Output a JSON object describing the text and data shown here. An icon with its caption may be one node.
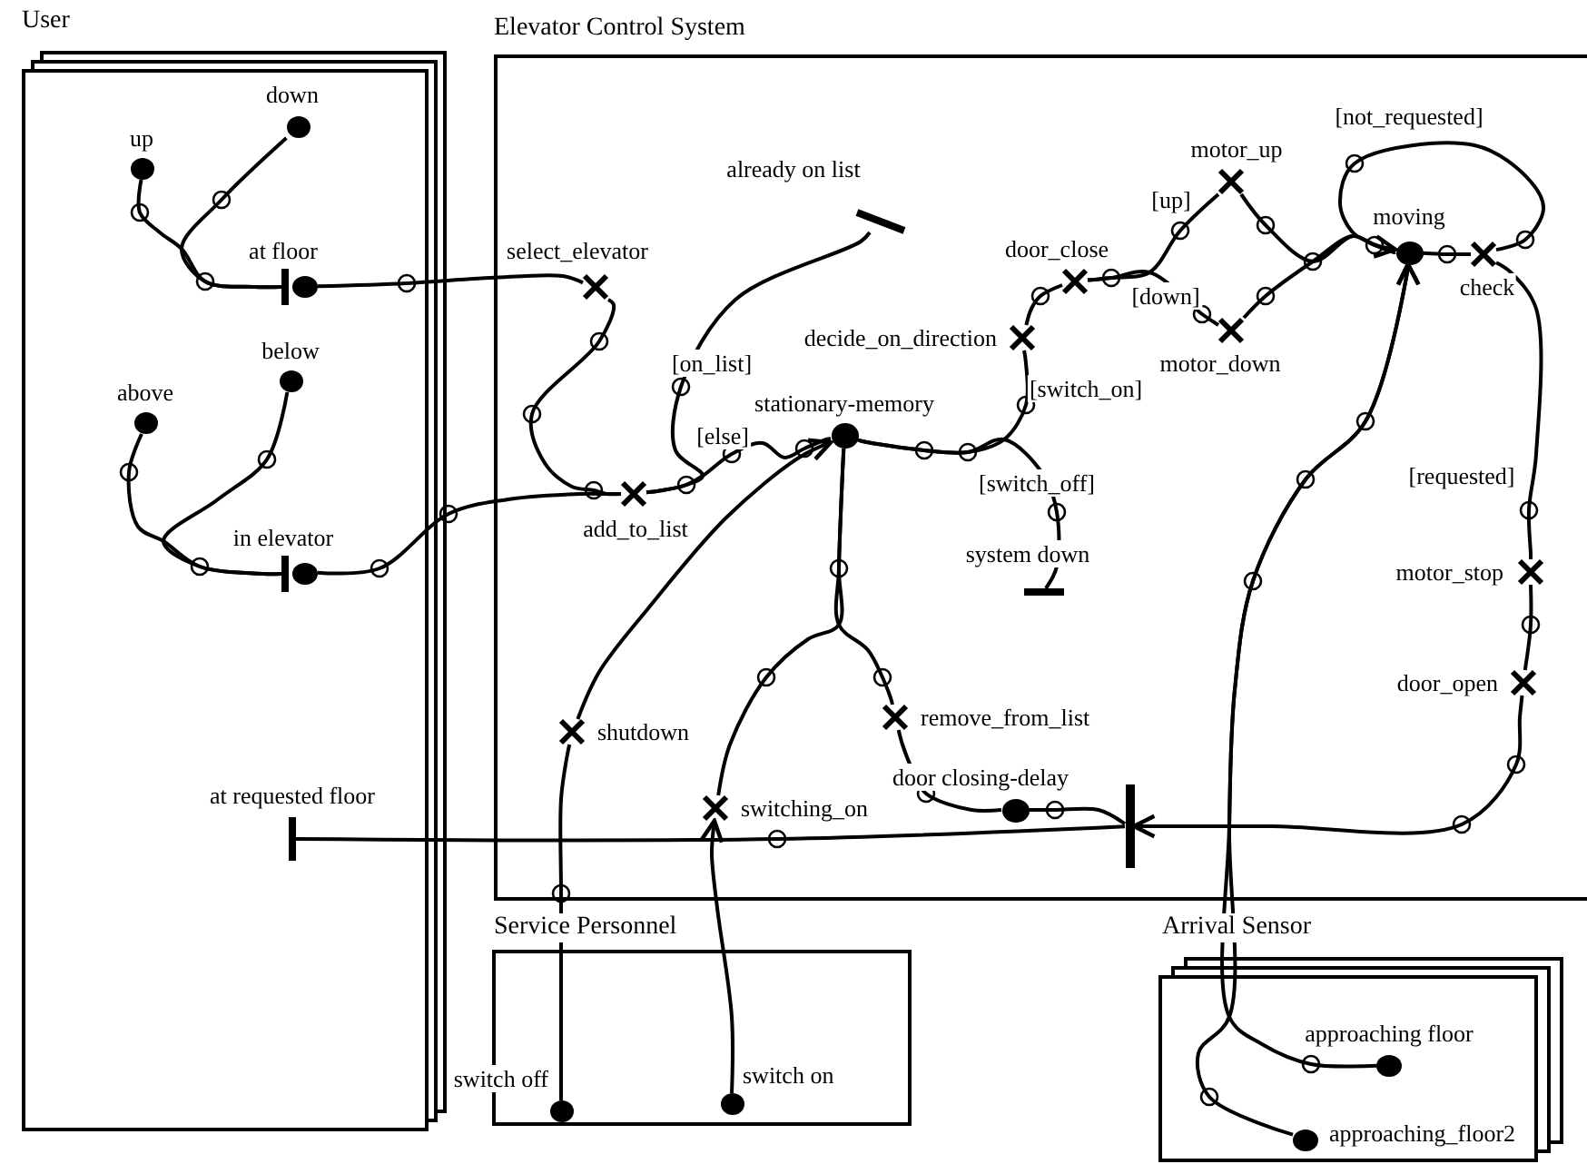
{
  "diagram": {
    "nodes": [
      {
        "text": [
          "User"
        ]
      },
      {
        "text": [
          "Elevator Control System"
        ]
      },
      {
        "text": [
          "Service Personnel"
        ]
      },
      {
        "text": [
          "Arrival Sensor"
        ]
      },
      {
        "text": [],
        "shape": "circle",
        "beside": [
          "up"
        ],
        "in": 0
      },
      {
        "text": [],
        "shape": "circle",
        "beside": [
          "down"
        ],
        "in": 0
      },
      {
        "text": [],
        "shape": "bar",
        "beside": [
          "at floor"
        ],
        "in": 0
      },
      {
        "text": [],
        "shape": "circle",
        "beside": [
          "below"
        ],
        "in": 0
      },
      {
        "text": [],
        "shape": "circle",
        "beside": [
          "above"
        ],
        "in": 0
      },
      {
        "text": [],
        "shape": "bar",
        "beside": [
          "in elevator"
        ],
        "in": 0
      },
      {
        "text": [],
        "shape": "bar",
        "beside": [
          "at requested floor"
        ],
        "in": 0
      },
      {
        "text": [],
        "shape": "cross",
        "beside": [
          "select_elevator"
        ],
        "in": 1
      },
      {
        "text": [],
        "shape": "bar",
        "beside": [
          "already on list"
        ],
        "in": 1
      },
      {
        "text": [],
        "shape": "cross",
        "beside": [
          "add_to_list"
        ],
        "in": 1
      },
      {
        "text": [],
        "shape": "circle",
        "beside": [
          "stationary-memory"
        ],
        "in": 1
      },
      {
        "text": [],
        "shape": "cross",
        "beside": [
          "decide_on_direction"
        ],
        "in": 1
      },
      {
        "text": [],
        "shape": "cross",
        "beside": [
          "door_close"
        ],
        "in": 1
      },
      {
        "text": [],
        "shape": "cross",
        "beside": [
          "motor_up"
        ],
        "in": 1
      },
      {
        "text": [],
        "shape": "cross",
        "beside": [
          "motor_down"
        ],
        "in": 1
      },
      {
        "text": [],
        "shape": "circle",
        "beside": [
          "moving"
        ],
        "in": 1
      },
      {
        "text": [],
        "shape": "cross",
        "beside": [
          "check"
        ],
        "in": 1
      },
      {
        "text": [],
        "shape": "bar",
        "beside": [
          "system down"
        ],
        "in": 1
      },
      {
        "text": [],
        "shape": "cross",
        "beside": [
          "remove_from_list"
        ],
        "in": 1
      },
      {
        "text": [],
        "shape": "circle",
        "beside": [
          "door closing-delay"
        ],
        "in": 1
      },
      {
        "text": [],
        "shape": "cross",
        "beside": [
          "shutdown"
        ],
        "in": 1
      },
      {
        "text": [],
        "shape": "cross",
        "beside": [
          "switching_on"
        ],
        "in": 1
      },
      {
        "text": [],
        "shape": "cross",
        "beside": [
          "motor_stop"
        ],
        "in": 1
      },
      {
        "text": [],
        "shape": "cross",
        "beside": [
          "door_open"
        ],
        "in": 1
      },
      {
        "text": [],
        "shape": "bar",
        "in": 1
      },
      {
        "text": [],
        "shape": "circle",
        "beside": [
          "switch off"
        ],
        "in": 2
      },
      {
        "text": [],
        "shape": "circle",
        "beside": [
          "switch on"
        ],
        "in": 2
      },
      {
        "text": [],
        "shape": "circle",
        "beside": [
          "approaching floor"
        ],
        "in": 3
      },
      {
        "text": [],
        "shape": "circle",
        "beside": [
          "approaching_floor2"
        ],
        "in": 3
      }
    ],
    "edges": [
      {
        "from": 4,
        "to": 6,
        "arrow": "none"
      },
      {
        "from": 5,
        "to": 6,
        "arrow": "none"
      },
      {
        "from": 6,
        "to": 11,
        "arrow": "none"
      },
      {
        "from": 8,
        "to": 9,
        "arrow": "none"
      },
      {
        "from": 7,
        "to": 9,
        "arrow": "none"
      },
      {
        "from": 9,
        "to": 13,
        "arrow": "none"
      },
      {
        "from": 11,
        "to": 13,
        "arrow": "none"
      },
      {
        "from": 13,
        "to": 12,
        "arrow": "none",
        "label": "[on_list]"
      },
      {
        "from": 13,
        "to": 14,
        "arrow": "none",
        "label": "[else]"
      },
      {
        "from": 14,
        "to": 15,
        "arrow": "none",
        "label": "[switch_on]"
      },
      {
        "from": 14,
        "to": 21,
        "arrow": "none",
        "label": "[switch_off]"
      },
      {
        "from": 24,
        "to": 14,
        "arrow": "to"
      },
      {
        "from": 29,
        "to": 24,
        "arrow": "none"
      },
      {
        "from": 30,
        "to": 25,
        "arrow": "to"
      },
      {
        "from": 25,
        "to": 14,
        "arrow": "none"
      },
      {
        "from": 14,
        "to": 22,
        "arrow": "none"
      },
      {
        "from": 22,
        "to": 23,
        "arrow": "none"
      },
      {
        "from": 23,
        "to": 28,
        "arrow": "none"
      },
      {
        "from": 27,
        "to": 28,
        "arrow": "to"
      },
      {
        "from": 28,
        "to": 10,
        "arrow": "none"
      },
      {
        "from": 31,
        "to": 19,
        "arrow": "to"
      },
      {
        "from": 32,
        "to": 19,
        "arrow": "to"
      },
      {
        "from": 15,
        "to": 16,
        "arrow": "none"
      },
      {
        "from": 16,
        "to": 17,
        "arrow": "none",
        "label": "[up]"
      },
      {
        "from": 16,
        "to": 18,
        "arrow": "none",
        "label": "[down]"
      },
      {
        "from": 17,
        "to": 19,
        "arrow": "none"
      },
      {
        "from": 18,
        "to": 19,
        "arrow": "none"
      },
      {
        "from": 19,
        "to": 20,
        "arrow": "none"
      },
      {
        "from": 20,
        "to": 19,
        "arrow": "to",
        "label": "[not_requested]"
      },
      {
        "from": 20,
        "to": 26,
        "arrow": "none",
        "label": "[requested]"
      },
      {
        "from": 26,
        "to": 27,
        "arrow": "none"
      }
    ]
  }
}
